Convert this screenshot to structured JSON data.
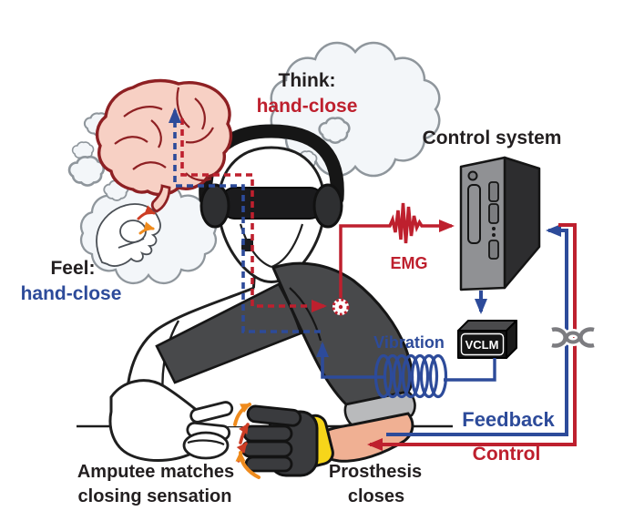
{
  "labels": {
    "think_prefix": "Think:",
    "think_value": "hand-close",
    "feel_prefix": "Feel:",
    "feel_value": "hand-close",
    "control_system": "Control system",
    "emg": "EMG",
    "vibration": "Vibration",
    "vclm": "VCLM",
    "feedback": "Feedback",
    "control": "Control",
    "amputee_line1": "Amputee matches",
    "amputee_line2": "closing sensation",
    "prosthesis_line1": "Prosthesis",
    "prosthesis_line2": "closes"
  },
  "colors": {
    "control_red": "#be202e",
    "feedback_blue": "#2d4b9a",
    "text_dark": "#231f20",
    "orange_arrow": "#ef8b1d",
    "crimson_arrow": "#cd3d25",
    "brain_fill": "#f7d0c4",
    "brain_outline": "#8e2023",
    "skin": "#f0b093",
    "glove_yellow": "#f6d51a",
    "sleeve_gray": "#48494b",
    "cuff_gray": "#b9babc",
    "tower_front": "#909194",
    "tower_side": "#2d2d2f",
    "cloud_fill": "#f3f6f9",
    "cloud_stroke": "#8f969c",
    "chain_gray": "#7c7c80"
  },
  "components": [
    "brain-icon",
    "think-thought-bubble",
    "feel-thought-bubble",
    "blindfolded-person-with-headphones",
    "emg-electrode-icon",
    "computer-tower-icon",
    "vclm-box",
    "emg-signal-waveform",
    "vibration-coil-waveform",
    "feedback-line",
    "control-line",
    "chain-link-icon",
    "amputee-hand",
    "prosthetic-hand",
    "motion-arrows",
    "table-line"
  ]
}
